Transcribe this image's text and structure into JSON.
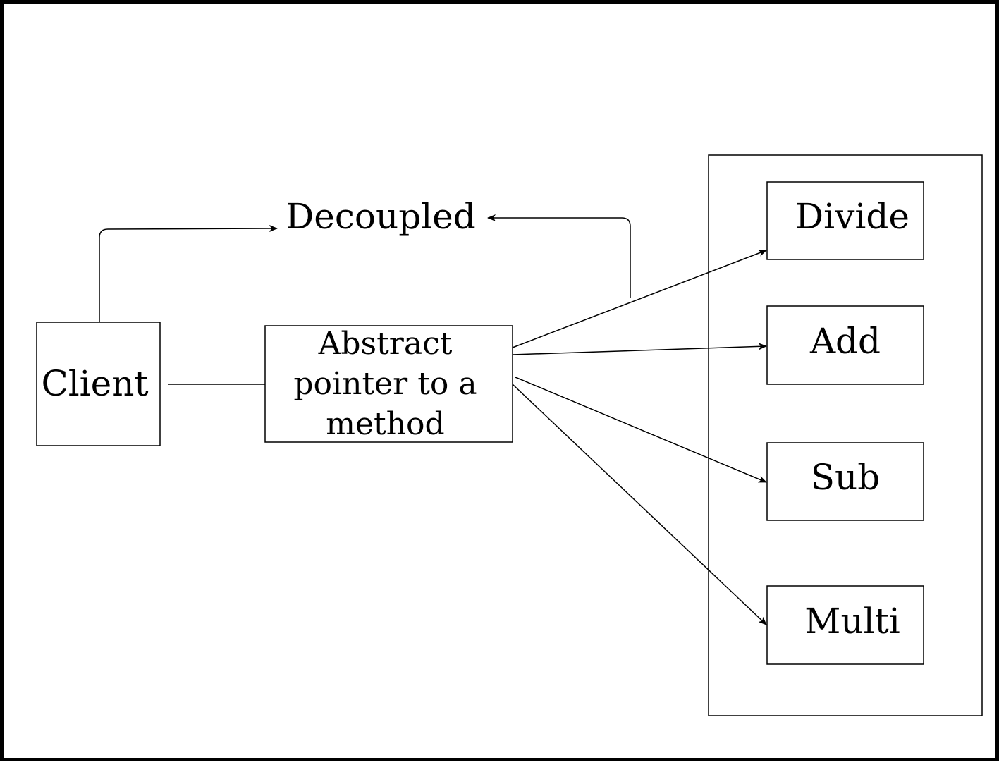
{
  "diagram": {
    "client": "Client",
    "abstract_pointer": "Abstract\npointer to a\nmethod",
    "decoupled": "Decoupled",
    "methods": {
      "divide": "Divide",
      "add": "Add",
      "sub": "Sub",
      "multi": "Multi"
    }
  }
}
